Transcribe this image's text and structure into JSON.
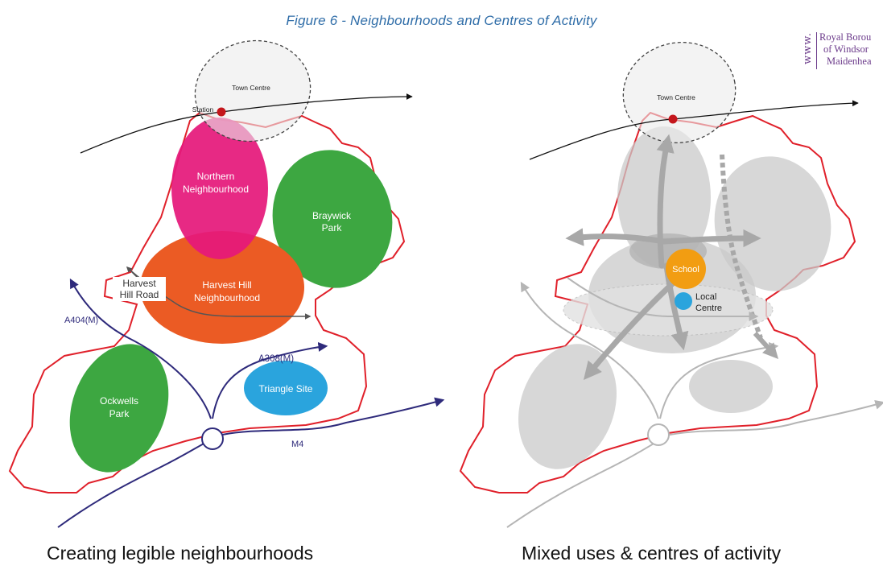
{
  "figure_title": "Figure 6 - Neighbourhoods and Centres of Activity",
  "logo": {
    "www": "www.",
    "lines": [
      "Royal Borou",
      "of Windsor",
      "Maidenhea"
    ]
  },
  "left_panel": {
    "caption": "Creating legible neighbourhoods",
    "labels": {
      "town_centre": "Town Centre",
      "station": "Station",
      "northern_1": "Northern",
      "northern_2": "Neighbourhood",
      "braywick_1": "Braywick",
      "braywick_2": "Park",
      "harvest_1": "Harvest Hill",
      "harvest_2": "Neighbourhood",
      "hhroad_1": "Harvest",
      "hhroad_2": "Hill Road",
      "a404": "A404(M)",
      "a308": "A308(M)",
      "triangle": "Triangle Site",
      "ockwells_1": "Ockwells",
      "ockwells_2": "Park",
      "m4": "M4"
    },
    "colors": {
      "boundary": "#e0202a",
      "northern": "#e5197b",
      "harvest": "#eb5b24",
      "park": "#3da741",
      "triangle": "#2aa4dd",
      "road": "#2e2a7b",
      "station": "#c4161c"
    }
  },
  "right_panel": {
    "caption": "Mixed uses & centres of activity",
    "labels": {
      "town_centre": "Town Centre",
      "school": "School",
      "local_1": "Local",
      "local_2": "Centre"
    },
    "colors": {
      "school": "#f29d12",
      "local_centre": "#2aa4dd",
      "blob": "#c9c9c9",
      "arrow": "#a8a8a8"
    }
  }
}
